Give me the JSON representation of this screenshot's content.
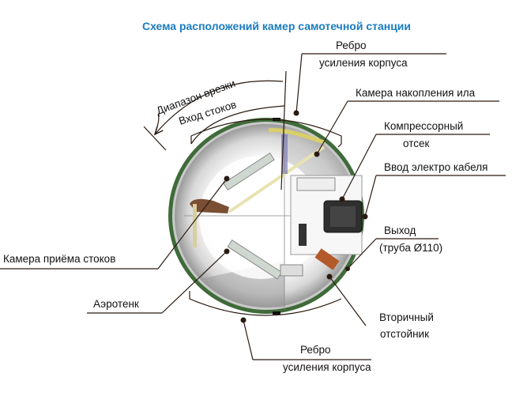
{
  "title": "Схема расположений камер самотечной станции",
  "colors": {
    "title": "#1a7cc2",
    "shell": "#3f6b3a",
    "leader": "#2a1a10"
  },
  "labels": {
    "rib_top_1": "Ребро",
    "rib_top_2": "усиления корпуса",
    "cut_range": "Диапазон врезки",
    "inlet": "Вход стоков",
    "sludge_chamber": "Камера накопления ила",
    "compressor_1": "Компрессорный",
    "compressor_2": "отсек",
    "cable_inlet": "Ввод электро кабеля",
    "outlet_1": "Выход",
    "outlet_2": "(труба  Ø110)",
    "secondary_1": "Вторичный",
    "secondary_2": "отстойник",
    "rib_bottom_1": "Ребро",
    "rib_bottom_2": "усиления корпуса",
    "receiving_chamber": "Камера приёма стоков",
    "aerotank": "Аэротенк"
  }
}
